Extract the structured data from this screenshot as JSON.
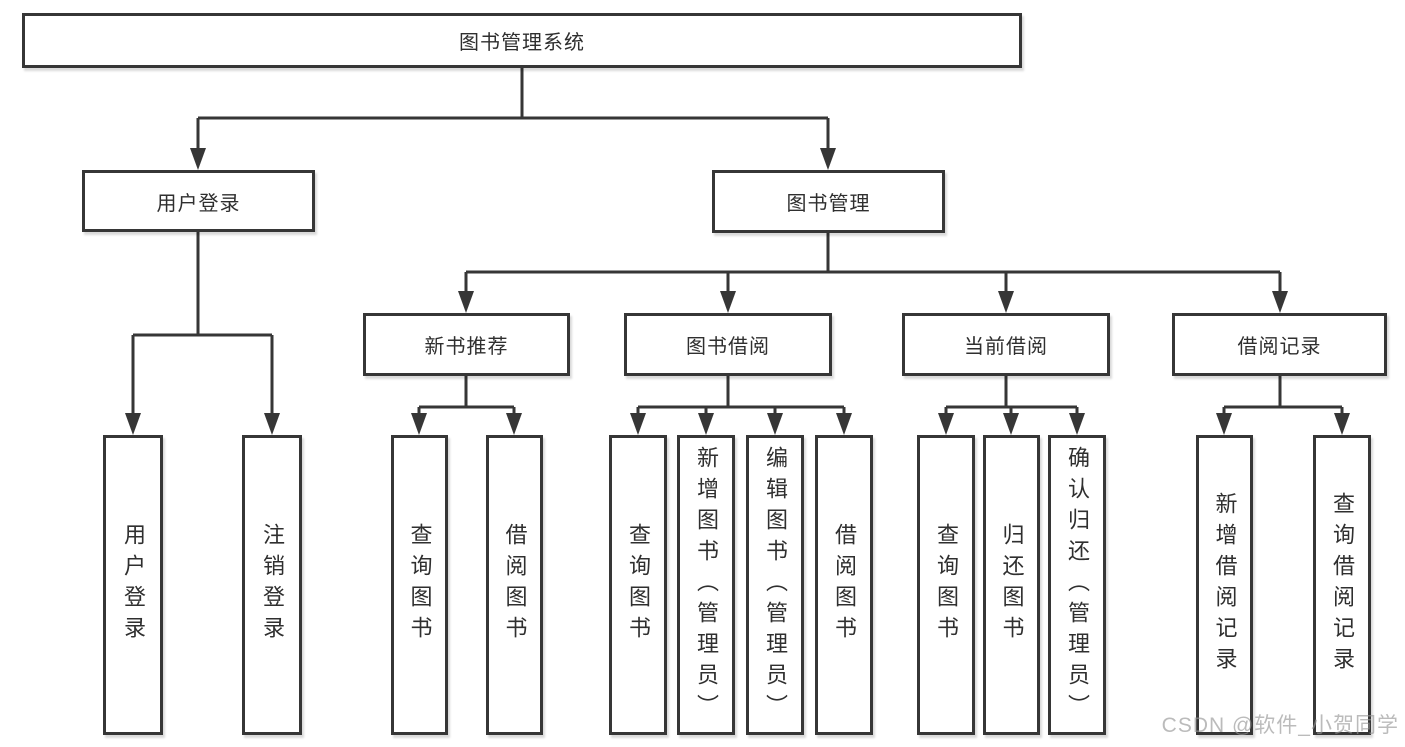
{
  "tree": {
    "label": "图书管理系统",
    "children": [
      {
        "label": "用户登录",
        "children": [
          {
            "label": "用户登录"
          },
          {
            "label": "注销登录"
          }
        ]
      },
      {
        "label": "图书管理",
        "children": [
          {
            "label": "新书推荐",
            "children": [
              {
                "label": "查询图书"
              },
              {
                "label": "借阅图书"
              }
            ]
          },
          {
            "label": "图书借阅",
            "children": [
              {
                "label": "查询图书"
              },
              {
                "label": "新增图书（管理员）"
              },
              {
                "label": "编辑图书（管理员）"
              },
              {
                "label": "借阅图书"
              }
            ]
          },
          {
            "label": "当前借阅",
            "children": [
              {
                "label": "查询图书"
              },
              {
                "label": "归还图书"
              },
              {
                "label": "确认归还（管理员）"
              }
            ]
          },
          {
            "label": "借阅记录",
            "children": [
              {
                "label": "新增借阅记录"
              },
              {
                "label": "查询借阅记录"
              }
            ]
          }
        ]
      }
    ]
  },
  "watermark": {
    "text": "CSDN @软件_小贺同学"
  },
  "colors": {
    "line": "#363636",
    "text": "#2f2f2f",
    "box_background": "#ffffff",
    "page_background": "#ffffff",
    "watermark": "#bdbdbd"
  }
}
